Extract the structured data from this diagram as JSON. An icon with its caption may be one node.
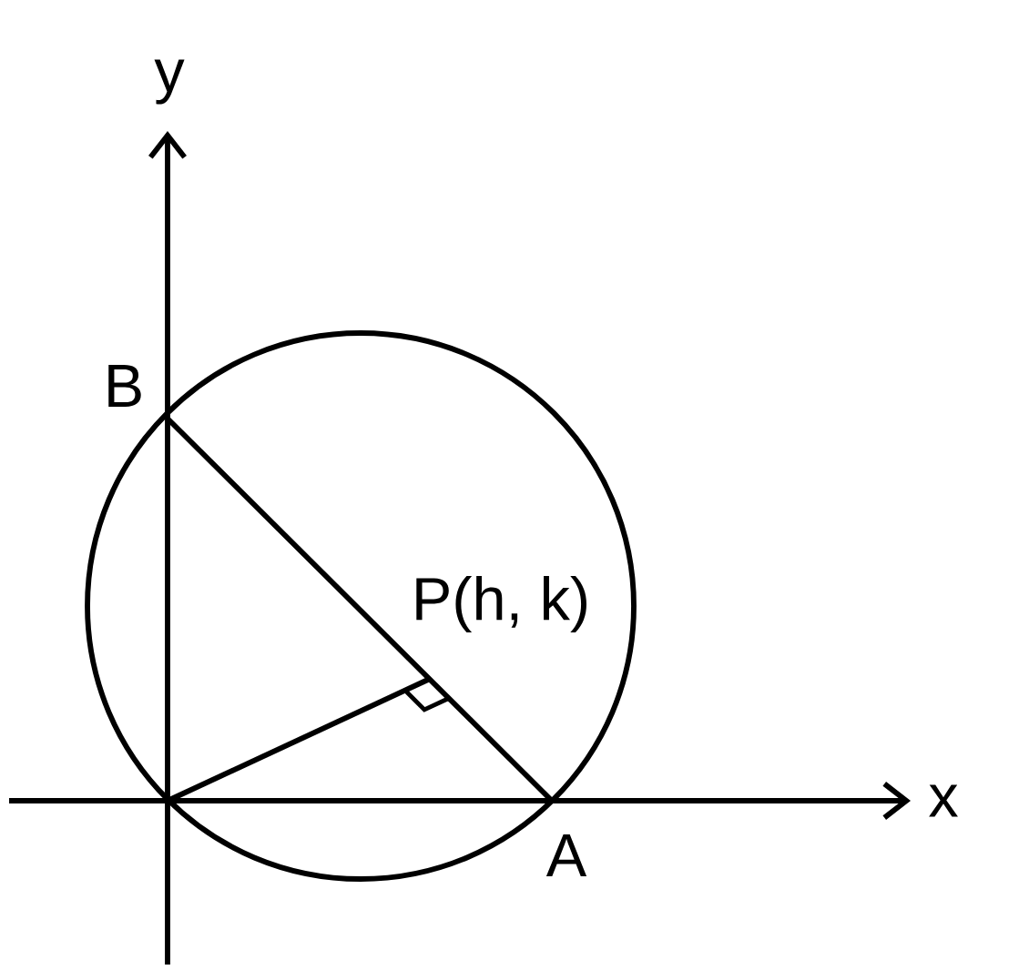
{
  "diagram": {
    "labels": [
      "y",
      "B",
      "P(h, k)",
      "x",
      "A"
    ]
  }
}
